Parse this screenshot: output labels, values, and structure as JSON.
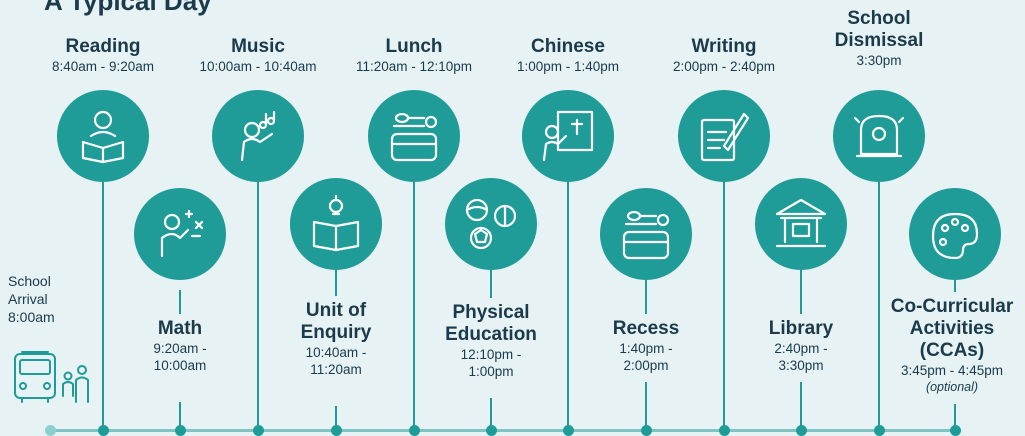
{
  "title": "A Typical Day",
  "arrival": {
    "label": "School\nArrival\n8:00am"
  },
  "activities": [
    {
      "id": "reading",
      "name": "Reading",
      "time": "8:40am - 9:20am",
      "icon": "reading-icon"
    },
    {
      "id": "math",
      "name": "Math",
      "time": "9:20am -\n10:00am",
      "icon": "math-icon"
    },
    {
      "id": "music",
      "name": "Music",
      "time": "10:00am - 10:40am",
      "icon": "music-icon"
    },
    {
      "id": "uoe",
      "name": "Unit of\nEnquiry",
      "time": "10:40am -\n11:20am",
      "icon": "lightbulb-book-icon"
    },
    {
      "id": "lunch",
      "name": "Lunch",
      "time": "11:20am - 12:10pm",
      "icon": "lunchbox-icon"
    },
    {
      "id": "pe",
      "name": "Physical\nEducation",
      "time": "12:10pm -\n1:00pm",
      "icon": "sports-balls-icon"
    },
    {
      "id": "chinese",
      "name": "Chinese",
      "time": "1:00pm - 1:40pm",
      "icon": "whiteboard-icon"
    },
    {
      "id": "recess",
      "name": "Recess",
      "time": "1:40pm -\n2:00pm",
      "icon": "lunchbox-icon"
    },
    {
      "id": "writing",
      "name": "Writing",
      "time": "2:00pm - 2:40pm",
      "icon": "writing-icon"
    },
    {
      "id": "library",
      "name": "Library",
      "time": "2:40pm -\n3:30pm",
      "icon": "library-icon"
    },
    {
      "id": "dismissal",
      "name": "School\nDismissal",
      "time": "3:30pm",
      "icon": "bell-icon"
    },
    {
      "id": "cca",
      "name": "Co-Curricular\nActivities\n(CCAs)",
      "time": "3:45pm - 4:45pm",
      "note": "(optional)",
      "icon": "art-palette-icon"
    }
  ],
  "colors": {
    "teal": "#1f9c98",
    "background": "#e6f2f3",
    "text": "#1b3a4b",
    "timeline": "#7fc4c2"
  }
}
